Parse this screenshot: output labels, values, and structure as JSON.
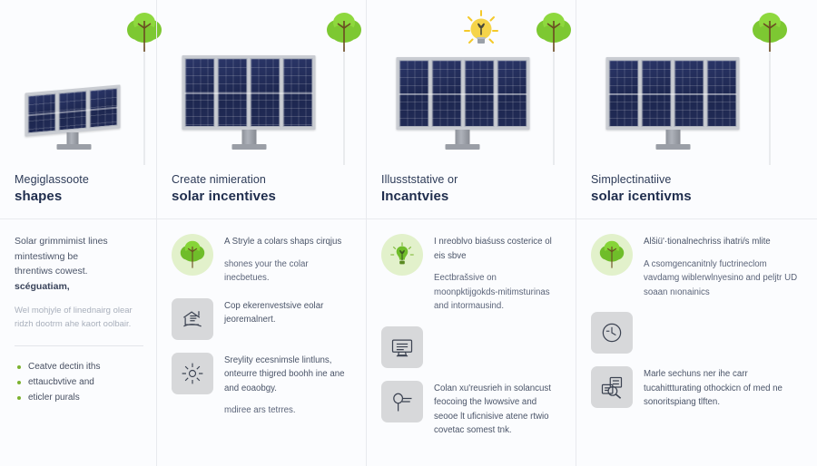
{
  "meta": {
    "background_color": "#fbfcfe",
    "accent_green": "#7cb230",
    "panel_navy": "#1d2750",
    "heading_color": "#1f2d4d",
    "divider_color": "#e8eaee"
  },
  "columns": [
    {
      "id": "col-1",
      "illustration": {
        "solar_panel_count": 3,
        "tree": true,
        "lightbulb": false
      },
      "heading": {
        "line1": "Megiglassoote",
        "line2": "shapes"
      },
      "body_type": "text",
      "paragraph_lines": [
        "Solar grimmimist lines",
        "mintestiwng be",
        "threntiws cowest."
      ],
      "paragraph_strong": "scéguatiam,",
      "paragraph_muted": "Wel mohjyle of linednairg olear ridzh dootrm ahe kaort oolbair.",
      "bullets": [
        "Ceatve dectin iths",
        "ettaucbvtive and",
        "eticler purals"
      ]
    },
    {
      "id": "col-2",
      "illustration": {
        "solar_panel_count": 4,
        "tree": true,
        "lightbulb": false
      },
      "heading": {
        "line1": "Create nimieration",
        "line2": "solar incentives"
      },
      "body_type": "icons",
      "icon_rows": [
        {
          "icon": "tree-icon",
          "icon_style": "green",
          "text": "A Stryle a colars shaps cirqjus",
          "sub": "shones your the colar inecbetues."
        },
        {
          "icon": "house-chart-icon",
          "icon_style": "gray",
          "text": "Cop ekerenvestsive eolar jeoremalnert.",
          "sub": ""
        },
        {
          "icon": "sun-icon",
          "icon_style": "gray",
          "text": "Sreylity ecesnimsle lintluns, onteurre thigred boohh ine ane and eoaobgy.",
          "sub": "mdiree ars tetrres."
        }
      ]
    },
    {
      "id": "col-3",
      "illustration": {
        "solar_panel_count": 4,
        "tree": true,
        "lightbulb": true
      },
      "heading": {
        "line1": "Illusststative or",
        "line2": "Incantvies"
      },
      "body_type": "icons",
      "icon_rows": [
        {
          "icon": "lightbulb-icon",
          "icon_style": "green",
          "text": "I nreoblvo biaśuss costerice ol eis sbve",
          "sub": "Eectbrašsive on moonpktijgokds-mitimsturinas and intormausind."
        },
        {
          "icon": "monitor-icon",
          "icon_style": "gray",
          "text": "",
          "sub": ""
        },
        {
          "icon": "pin-lines-icon",
          "icon_style": "gray",
          "text": "Colan xu'reusrieh in solancust feocoing the lwowsive and seooe lt uficnisive atene rtwio covetac somest tnk.",
          "sub": ""
        }
      ]
    },
    {
      "id": "col-4",
      "illustration": {
        "solar_panel_count": 4,
        "tree": true,
        "lightbulb": false
      },
      "heading": {
        "line1": "Simplectinatiive",
        "line2": "solar icentivms"
      },
      "body_type": "icons",
      "icon_rows": [
        {
          "icon": "tree-icon",
          "icon_style": "green",
          "text": "Alšiü'·tionalnechriss ihatri/s mlite",
          "sub": "A csomgencanitnly fuctrineclom vavdamg wiblerwlnyesino and peljtr UD soaan nıonainics"
        },
        {
          "icon": "clock-recycle-icon",
          "icon_style": "gray",
          "text": "",
          "sub": ""
        },
        {
          "icon": "document-search-icon",
          "icon_style": "gray",
          "text": "Marle sechuns ner ihe carr tucahittturating othockicn of med ne sonoritspiang tlften.",
          "sub": ""
        }
      ]
    }
  ]
}
